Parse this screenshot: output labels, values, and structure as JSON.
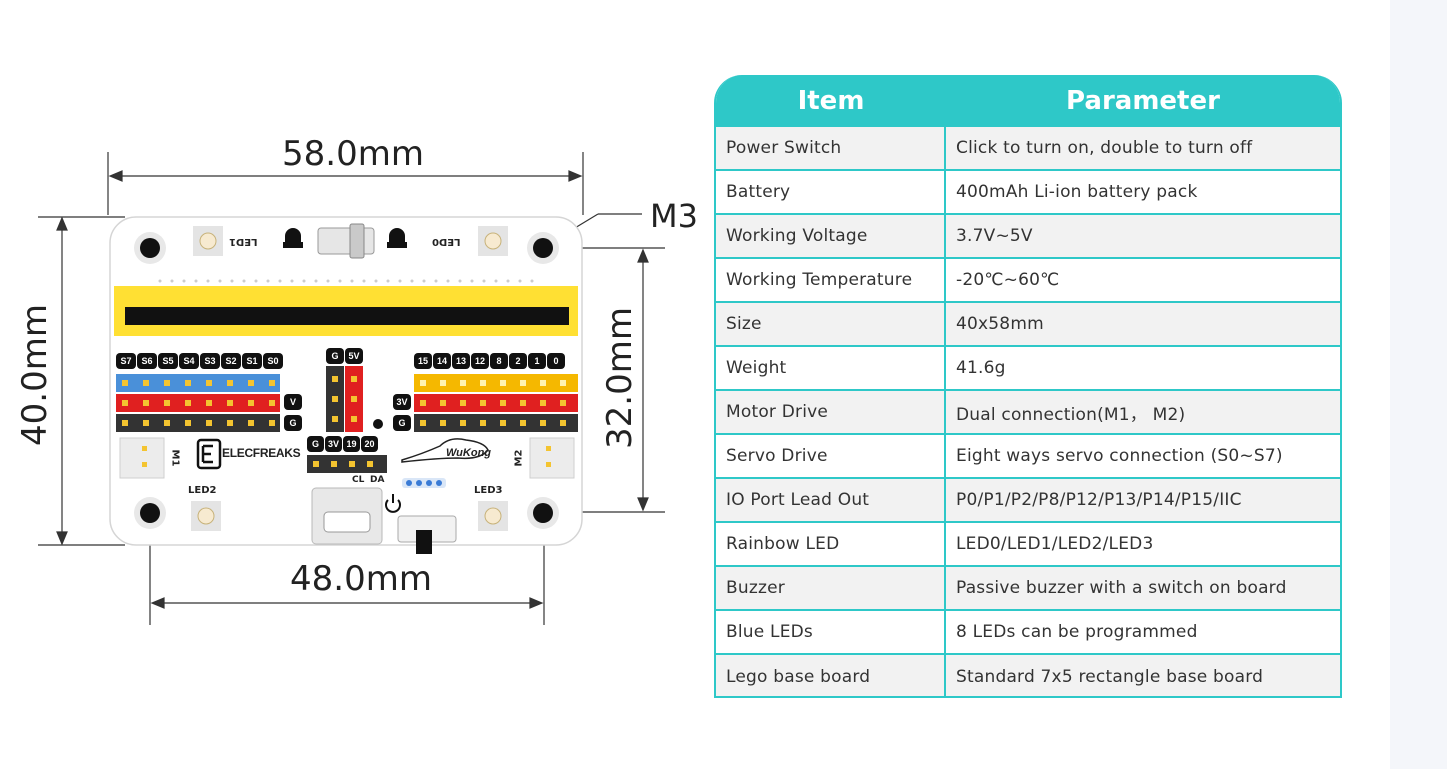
{
  "diagram": {
    "dim_width": "58.0mm",
    "dim_height": "40.0mm",
    "dim_hole_width": "48.0mm",
    "dim_hole_height": "32.0mm",
    "dim_hole": "M3",
    "silk": {
      "led0": "LED0",
      "led1": "LED1",
      "led2": "LED2",
      "led3": "LED3",
      "m1": "M1",
      "m2": "M2",
      "brand": "ELECFREAKS",
      "wukong": "WuKong",
      "cl": "CL",
      "da": "DA",
      "v": "V",
      "g": "G",
      "v3": "3V",
      "g5": [
        "G",
        "5V"
      ],
      "gnd_row": [
        "G",
        "3V",
        "19",
        "20"
      ],
      "servo_pins": [
        "S7",
        "S6",
        "S5",
        "S4",
        "S3",
        "S2",
        "S1",
        "S0"
      ],
      "io_pins": [
        "15",
        "14",
        "13",
        "12",
        "8",
        "2",
        "1",
        "0"
      ]
    }
  },
  "table": {
    "headers": [
      "Item",
      "Parameter"
    ],
    "rows": [
      {
        "item": "Power Switch",
        "parameter": "Click to turn on, double to turn off"
      },
      {
        "item": "Battery",
        "parameter": "400mAh Li-ion battery pack"
      },
      {
        "item": "Working Voltage",
        "parameter": "3.7V~5V"
      },
      {
        "item": "Working Temperature",
        "parameter": "-20℃~60℃"
      },
      {
        "item": "Size",
        "parameter": "40x58mm"
      },
      {
        "item": "Weight",
        "parameter": "41.6g"
      },
      {
        "item": "Motor Drive",
        "parameter": "Dual connection(M1， M2)"
      },
      {
        "item": "Servo Drive",
        "parameter": "Eight ways servo connection (S0~S7)"
      },
      {
        "item": "IO Port Lead Out",
        "parameter": "P0/P1/P2/P8/P12/P13/P14/P15/IIC"
      },
      {
        "item": "Rainbow LED",
        "parameter": "LED0/LED1/LED2/LED3"
      },
      {
        "item": "Buzzer",
        "parameter": "Passive buzzer with a switch on board"
      },
      {
        "item": "Blue LEDs",
        "parameter": "8 LEDs can be programmed"
      },
      {
        "item": "Lego base board",
        "parameter": "Standard 7x5 rectangle base board"
      }
    ]
  },
  "colors": {
    "accent": "#2ec8c8",
    "edge_connector": "#ffe033",
    "servo_signal": "#4a90d9",
    "power_row": "#e02020",
    "io_signal": "#f5b800",
    "blue_led": "#3a7bd5"
  }
}
